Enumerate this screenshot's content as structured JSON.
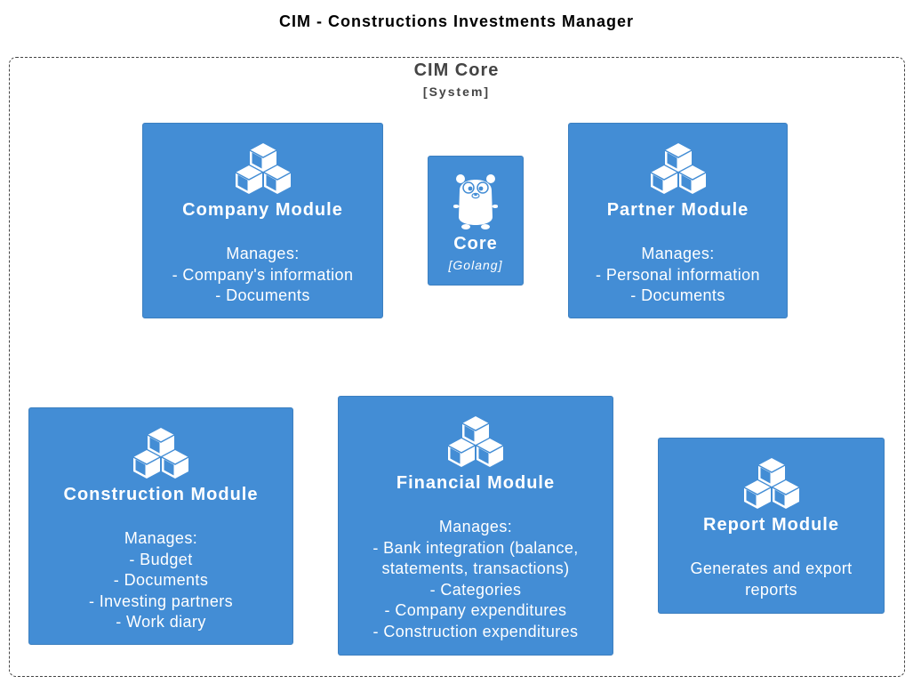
{
  "title": "CIM - Constructions Investments Manager",
  "boundary": {
    "name": "CIM Core",
    "type": "[System]"
  },
  "colors": {
    "component_fill": "#438dd5",
    "text": "#ffffff",
    "boundary": "#444444"
  },
  "components": {
    "company": {
      "icon": "cubes-icon",
      "name": "Company Module",
      "description": [
        "Manages:",
        "- Company's information",
        "- Documents"
      ]
    },
    "core": {
      "icon": "gopher-icon",
      "name": "Core",
      "technology": "[Golang]"
    },
    "partner": {
      "icon": "cubes-icon",
      "name": "Partner Module",
      "description": [
        "Manages:",
        "- Personal information",
        "- Documents"
      ]
    },
    "construction": {
      "icon": "cubes-icon",
      "name": "Construction Module",
      "description": [
        "Manages:",
        "- Budget",
        "- Documents",
        "- Investing partners",
        "- Work diary"
      ]
    },
    "financial": {
      "icon": "cubes-icon",
      "name": "Financial Module",
      "description": [
        "Manages:",
        "- Bank integration (balance,",
        "statements, transactions)",
        "- Categories",
        "- Company expenditures",
        "- Construction expenditures"
      ]
    },
    "report": {
      "icon": "cubes-icon",
      "name": "Report Module",
      "description": [
        "Generates and export",
        "reports"
      ]
    }
  }
}
